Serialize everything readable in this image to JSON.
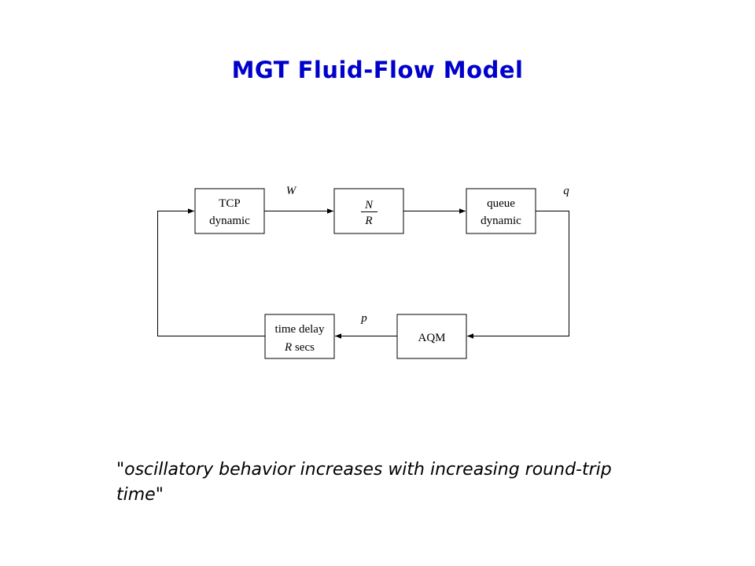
{
  "title": "MGT Fluid-Flow Model",
  "diagram": {
    "blocks": {
      "tcp": {
        "line1": "TCP",
        "line2": "dynamic"
      },
      "gain": {
        "numerator": "N",
        "denominator": "R"
      },
      "queue": {
        "line1": "queue",
        "line2": "dynamic"
      },
      "aqm": {
        "label": "AQM"
      },
      "delay": {
        "line1": "time delay",
        "line2_var": "R",
        "line2_rest": " secs"
      }
    },
    "signals": {
      "w": "W",
      "q": "q",
      "p": "p"
    }
  },
  "quote": "\"oscillatory behavior increases with increasing round-trip time\""
}
